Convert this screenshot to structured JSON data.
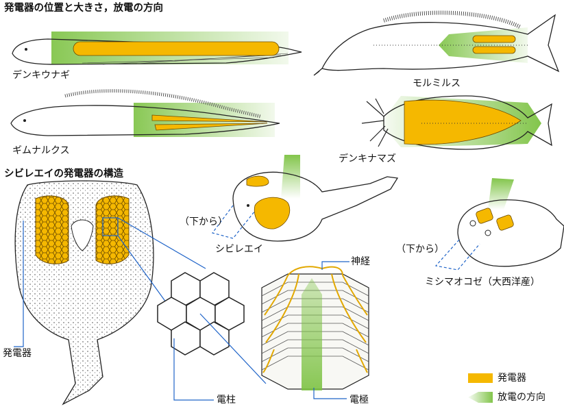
{
  "headings": {
    "top": "発電器の位置と大きさ，放電の方向",
    "bottom": "シビレエイの発電器の構造"
  },
  "fish_labels": {
    "denki_unagi": "デンキウナギ",
    "gymnarchus": "ギムナルクス",
    "mormyrus": "モルミルス",
    "denki_namazu": "デンキナマズ",
    "shibire_ei": "シビレエイ",
    "shibire_ei_view": "（下から）",
    "mishima_okoze": "ミシマオコゼ（大西洋産）",
    "mishima_okoze_view": "（下から）"
  },
  "structure_labels": {
    "organ": "発電器",
    "column": "電柱",
    "nerve": "神経",
    "electrode": "電極"
  },
  "legend": [
    {
      "label": "発電器",
      "kind": "organ",
      "color": "#f5b800"
    },
    {
      "label": "放電の方向",
      "kind": "discharge",
      "color": "#7cc242"
    }
  ],
  "colors": {
    "organ": "#f5b800",
    "organ_light": "#f7c41a",
    "discharge": "#7cc242",
    "discharge_light": "#d8ecc4",
    "guide_line": "#1e63c8",
    "outline": "#222222"
  }
}
